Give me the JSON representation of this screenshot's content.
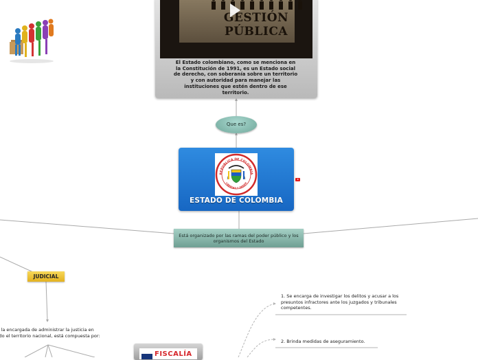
{
  "video": {
    "title_text": "GESTIÓN PÚBLICA",
    "play_icon": "play-icon"
  },
  "definition": {
    "text": "El Estado colombiano, como se menciona en la Constitución de 1991, es un Estado social de derecho, con soberanía sobre un territorio y con autoridad para manejar las instituciones que estén dentro de ese territorio."
  },
  "question_node": {
    "label": "Que es?"
  },
  "central_node": {
    "title": "ESTADO DE COLOMBIA",
    "seal_ring_text": "REPUBLICA DE COLOMBIA",
    "seal_motto": "LIBERTAD Y ORDEN"
  },
  "organization_node": {
    "label": "Está organizado por las ramas del poder público y los organismos del Estado"
  },
  "judicial_node": {
    "label": "JUDICIAL",
    "description": "Es la encargada de administrar la justicia en todo el territorio nacional, está compuesta por:"
  },
  "fiscalia": {
    "logo_text": "FISCALÍA"
  },
  "fiscalia_functions": [
    {
      "label": "1. Se encarga de investigar los delitos y acusar a los presuntos infractores ante los juzgados y tribunales competentes."
    },
    {
      "label": "2. Brinda medidas de aseguramiento."
    }
  ],
  "colors": {
    "central_blue": "#1e73cf",
    "teal_node": "#8ec2b6",
    "judicial_yellow": "#f0c537",
    "card_gray": "#c9c9c9",
    "link_gray": "#9a9a9a",
    "fiscalia_red": "#d6262b"
  }
}
